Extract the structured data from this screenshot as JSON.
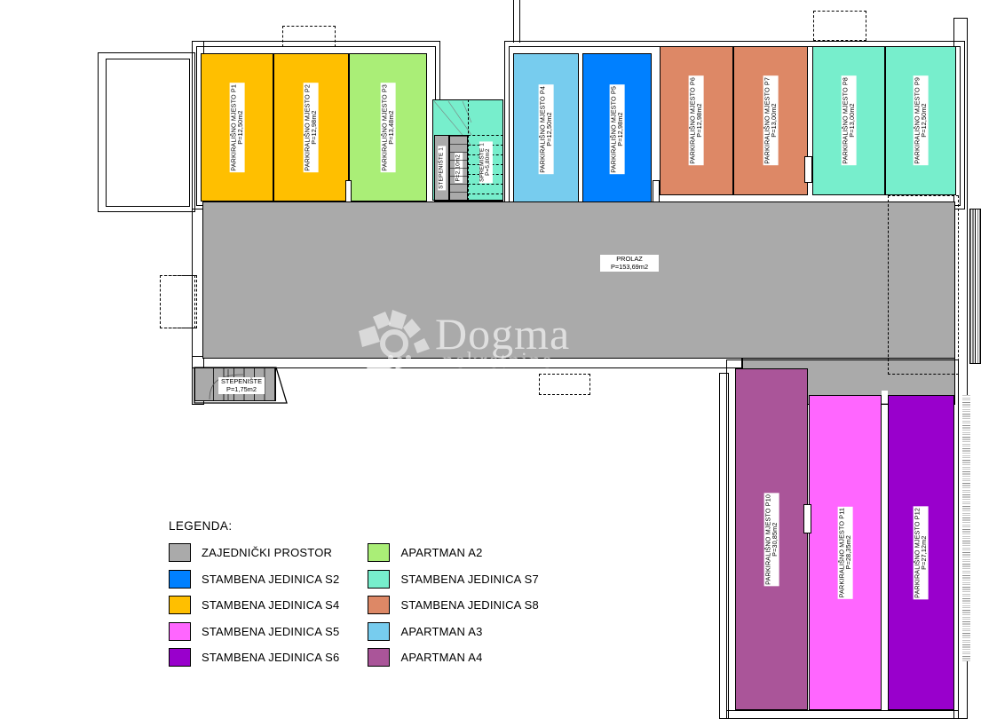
{
  "document": {
    "type": "architectural-floor-plan",
    "watermark": {
      "brand": "Dogma",
      "tagline": "nekretnine"
    }
  },
  "rooms": [
    {
      "id": "P1",
      "name": "PARKIRALIŠNO MJESTO P1",
      "area": "P=12,50m2",
      "color": "#FFBF00",
      "unit": "S4"
    },
    {
      "id": "P2",
      "name": "PARKIRALIŠNO MJESTO P2",
      "area": "P=12,98m2",
      "color": "#FFBF00",
      "unit": "S4"
    },
    {
      "id": "P3",
      "name": "PARKIRALIŠNO MJESTO P3",
      "area": "P=13,48m2",
      "color": "#AAEE77",
      "unit": "A2"
    },
    {
      "id": "P4",
      "name": "PARKIRALIŠNO MJESTO P4",
      "area": "P=12,50m2",
      "color": "#77CCEE",
      "unit": "A3"
    },
    {
      "id": "P5",
      "name": "PARKIRALIŠNO MJESTO P5",
      "area": "P=12,98m2",
      "color": "#0080FF",
      "unit": "S2"
    },
    {
      "id": "P6",
      "name": "PARKIRALIŠNO MJESTO P6",
      "area": "P=12,98m2",
      "color": "#DD8866",
      "unit": "S8"
    },
    {
      "id": "P7",
      "name": "PARKIRALIŠNO MJESTO P7",
      "area": "P=13,00m2",
      "color": "#DD8866",
      "unit": "S8"
    },
    {
      "id": "P8",
      "name": "PARKIRALIŠNO MJESTO P8",
      "area": "P=13,00m2",
      "color": "#77EECC",
      "unit": "S7"
    },
    {
      "id": "P9",
      "name": "PARKIRALIŠNO MJESTO P9",
      "area": "P=12,50m2",
      "color": "#77EECC",
      "unit": "S7"
    },
    {
      "id": "P10",
      "name": "PARKIRALIŠNO MJESTO P10",
      "area": "P=30,85m2",
      "color": "#AA5599",
      "unit": "A4"
    },
    {
      "id": "P11",
      "name": "PARKIRALIŠNO MJESTO P11",
      "area": "P=28,35m2",
      "color": "#FF66FF",
      "unit": "S5"
    },
    {
      "id": "P12",
      "name": "PARKIRALIŠNO MJESTO P12",
      "area": "P=27,12m2",
      "color": "#9900CC",
      "unit": "S6"
    }
  ],
  "common_areas": [
    {
      "id": "prolaz",
      "name": "PROLAZ",
      "area": "P=153,69m2",
      "color": "#AAAAAA"
    },
    {
      "id": "stepeniste",
      "name": "STEPENIŠTE",
      "area": "P=1,75m2",
      "color": "#AAAAAA"
    },
    {
      "id": "stepeniste1",
      "name": "STEPENIŠTE 1",
      "area": "P=2,10m2",
      "color": "#AAAAAA"
    },
    {
      "id": "spremiste1",
      "name": "SPREMIŠTE 1",
      "area": "P=5,80m2",
      "color": "#77EECC"
    }
  ],
  "legend": {
    "title": "LEGENDA:",
    "left_column": [
      {
        "label": "ZAJEDNIČKI PROSTOR",
        "color": "#AAAAAA"
      },
      {
        "label": "STAMBENA JEDINICA  S2",
        "color": "#0080FF"
      },
      {
        "label": "STAMBENA JEDINICA  S4",
        "color": "#FFBF00"
      },
      {
        "label": "STAMBENA JEDINICA  S5",
        "color": "#FF66FF"
      },
      {
        "label": "STAMBENA JEDINICA  S6",
        "color": "#9900CC"
      }
    ],
    "right_column": [
      {
        "label": "APARTMAN A2",
        "color": "#AAEE77"
      },
      {
        "label": "STAMBENA JEDINICA  S7",
        "color": "#77EECC"
      },
      {
        "label": "STAMBENA JEDINICA  S8",
        "color": "#DD8866"
      },
      {
        "label": "APARTMAN A3",
        "color": "#77CCEE"
      },
      {
        "label": "APARTMAN A4",
        "color": "#AA5599"
      }
    ]
  }
}
